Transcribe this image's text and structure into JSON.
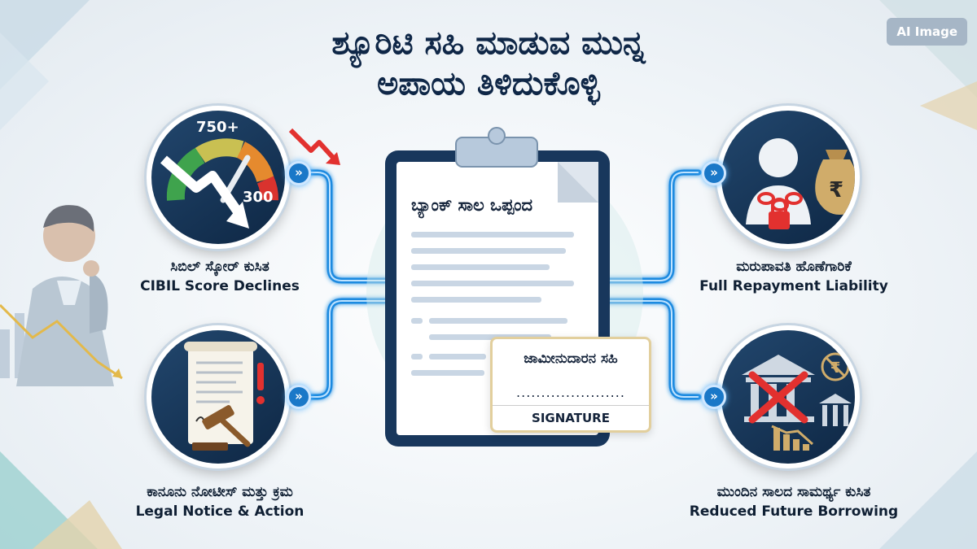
{
  "title_line1": "ಶ್ಯೂರಿಟಿ ಸಹಿ ಮಾಡುವ ಮುನ್ನ",
  "title_line2": "ಅಪಾಯ ತಿಳಿದುಕೊಳ್ಳಿ",
  "badge": "AI Image",
  "document": {
    "title": "ಬ್ಯಾಂಕ್ ಸಾಲ ಒಪ್ಪಂದ",
    "signature_box": {
      "title": "ಜಾಮೀನುದಾರನ ಸಹಿ",
      "dots": "......................",
      "label": "SIGNATURE"
    }
  },
  "gauge": {
    "high": "750+",
    "low": "300"
  },
  "risks": {
    "cibil": {
      "kn": "ಸಿಬಿಲ್ ಸ್ಕೋರ್ ಕುಸಿತ",
      "en": "CIBIL Score Declines"
    },
    "legal": {
      "kn": "ಕಾನೂನು ನೋಟೀಸ್ ಮತ್ತು ಕ್ರಮ",
      "en": "Legal Notice & Action"
    },
    "repayment": {
      "kn": "ಮರುಪಾವತಿ ಹೊಣೆಗಾರಿಕೆ",
      "en": "Full Repayment Liability"
    },
    "borrowing": {
      "kn": "ಮುಂದಿನ ಸಾಲದ ಸಾಮರ್ಥ್ಯ ಕುಸಿತ",
      "en": "Reduced Future Borrowing"
    }
  },
  "arrow_glyph": "»",
  "colors": {
    "navy": "#0f2747",
    "accent": "#1a78c8",
    "danger": "#e2312f",
    "gold": "#e2cf9d"
  },
  "icons": [
    "credit-gauge-icon",
    "legal-gavel-icon",
    "chained-person-icon",
    "money-bag-icon",
    "bank-cross-icon",
    "declining-chart-icon",
    "clipboard-icon",
    "worried-person-icon"
  ]
}
